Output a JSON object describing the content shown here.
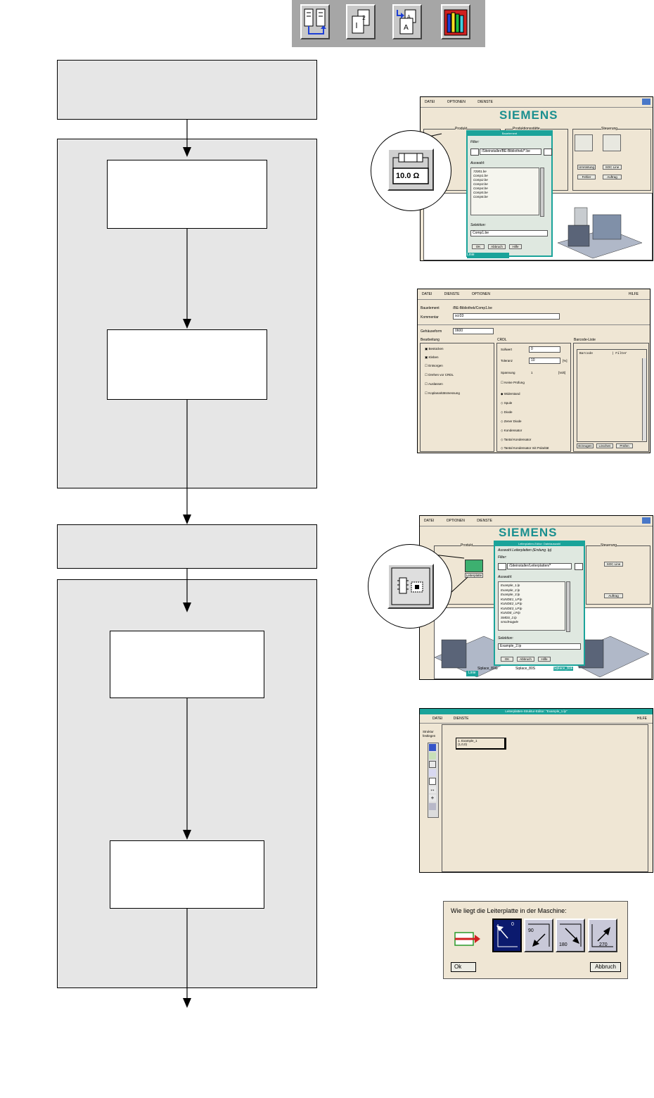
{
  "screen1": {
    "menu": [
      "DATEI",
      "OPTIONEN",
      "DIENSTE"
    ],
    "logo": "SIEMENS",
    "sections": [
      "Produkt",
      "Produktionsstätte",
      "Steuerung"
    ],
    "dialog": {
      "title": "Bauelement",
      "filter_label": "Filter:",
      "filter_value": "/Siteinstaller/BE-Bibliothek/*.be",
      "list_label": "Auswahl:",
      "items": [
        "72001.be",
        "Comp1.be",
        "Comp2.be",
        "Comp3.be",
        "Comp4.be",
        "Comp5.be",
        "Comp6.be"
      ],
      "selection_label": "Selektion:",
      "selection_value": "Comp1.be",
      "buttons": [
        "OK",
        "Abbruch",
        "Hilfe"
      ]
    },
    "right_buttons": [
      "Umrüstung",
      "SOC Line",
      "Fehler",
      "Auftrag"
    ],
    "magnifier_value": "10.0 Ω",
    "bottom_label": "Linie"
  },
  "screen2": {
    "menu": [
      "DATEI",
      "DIENSTE",
      "OPTIONEN"
    ],
    "help": "HILFE",
    "bauelement_label": "Bauelement",
    "bauelement_value": "/BE-Bibliothek/Comp1.be",
    "kommentar_label": "Kommentar",
    "kommentar_value": "scr33",
    "gehause_label": "Gehäuseform",
    "gehause_value": "0600",
    "sections": [
      "Bearbeitung",
      "CRDL",
      "Barcode-Liste"
    ],
    "bearbeitung_items": [
      "Bestücken",
      "Kleben",
      "Entsorgen",
      "Drehen vor CRDL",
      "Auslassen",
      "Koplanaritätsmessung"
    ],
    "crdl_rows": [
      {
        "label": "Sollwert",
        "value": "0",
        "unit": ""
      },
      {
        "label": "Toleranz",
        "value": "10",
        "unit": "[%]"
      },
      {
        "label": "Spannung",
        "value": "1",
        "unit": "[Volt]"
      }
    ],
    "crdl_check": "Keine Prüfung",
    "crdl_options": [
      "Widerstand",
      "Spule",
      "Diode",
      "Zener Diode",
      "Kondensator",
      "Tantal Kondensator",
      "Tantal Kondensator mit Polarität"
    ],
    "barcode_header": "Barcode          | Filter",
    "barcode_buttons": [
      "Erzeugen",
      "Löschen",
      "Prüfen"
    ]
  },
  "screen3": {
    "menu": [
      "DATEI",
      "OPTIONEN",
      "DIENSTE"
    ],
    "logo": "SIEMENS",
    "sections": [
      "Produkt",
      "Steuerung"
    ],
    "dialog": {
      "title": "Leiterplatten-Editor: Dateiauswahl",
      "subtitle": "Auswahl Leiterplatten (Endung .lp)",
      "filter_label": "Filter:",
      "filter_value": "/Siteinstaller/Leiterplatten/*",
      "list_label": "Auswahl:",
      "items": [
        "Example_1.lp",
        "Example_2.lp",
        "Example_3.lp",
        "KUNDE1_LP.lp",
        "KUNDE2_LP.lp",
        "KUNDE3_LP.lp",
        "KUNDE_LP.lp",
        "SMDS_2.lp",
        "smcdHagele"
      ],
      "selection_label": "Selektion:",
      "selection_value": "Example_2.lp",
      "buttons": [
        "OK",
        "Abbruch",
        "Hilfe"
      ]
    },
    "left_buttons": [
      "Leiterplatte"
    ],
    "right_buttons": [
      "SOC Line",
      "Auftrag"
    ],
    "bottom_labels": [
      "Linie",
      "Siplace_80G",
      "Siplace_80S",
      "Siplace_80F"
    ]
  },
  "screen4": {
    "title": "Leiterplatten-Struktur-Editor: \"Example_1.lp\"",
    "menu": [
      "DATEI",
      "DIENSTE"
    ],
    "help": "HILFE",
    "side_label": "Struktur festlegen",
    "node_line1": "1. Example_1",
    "node_line2": "(1,0,0)"
  },
  "dialog5": {
    "question": "Wie liegt die Leiterplatte in der Maschine:",
    "angles": [
      "0",
      "90",
      "180",
      "270"
    ],
    "ok": "Ok",
    "cancel": "Abbruch"
  },
  "colors": {
    "siemens": "#1a8f8f",
    "dialog_border": "#1aa39a",
    "flow_fill": "#e6e6e6",
    "selected_button": "#0b1a6e"
  },
  "toolbar_icons": [
    "structure-icon",
    "copy-icon",
    "replace-icon",
    "library-icon"
  ]
}
